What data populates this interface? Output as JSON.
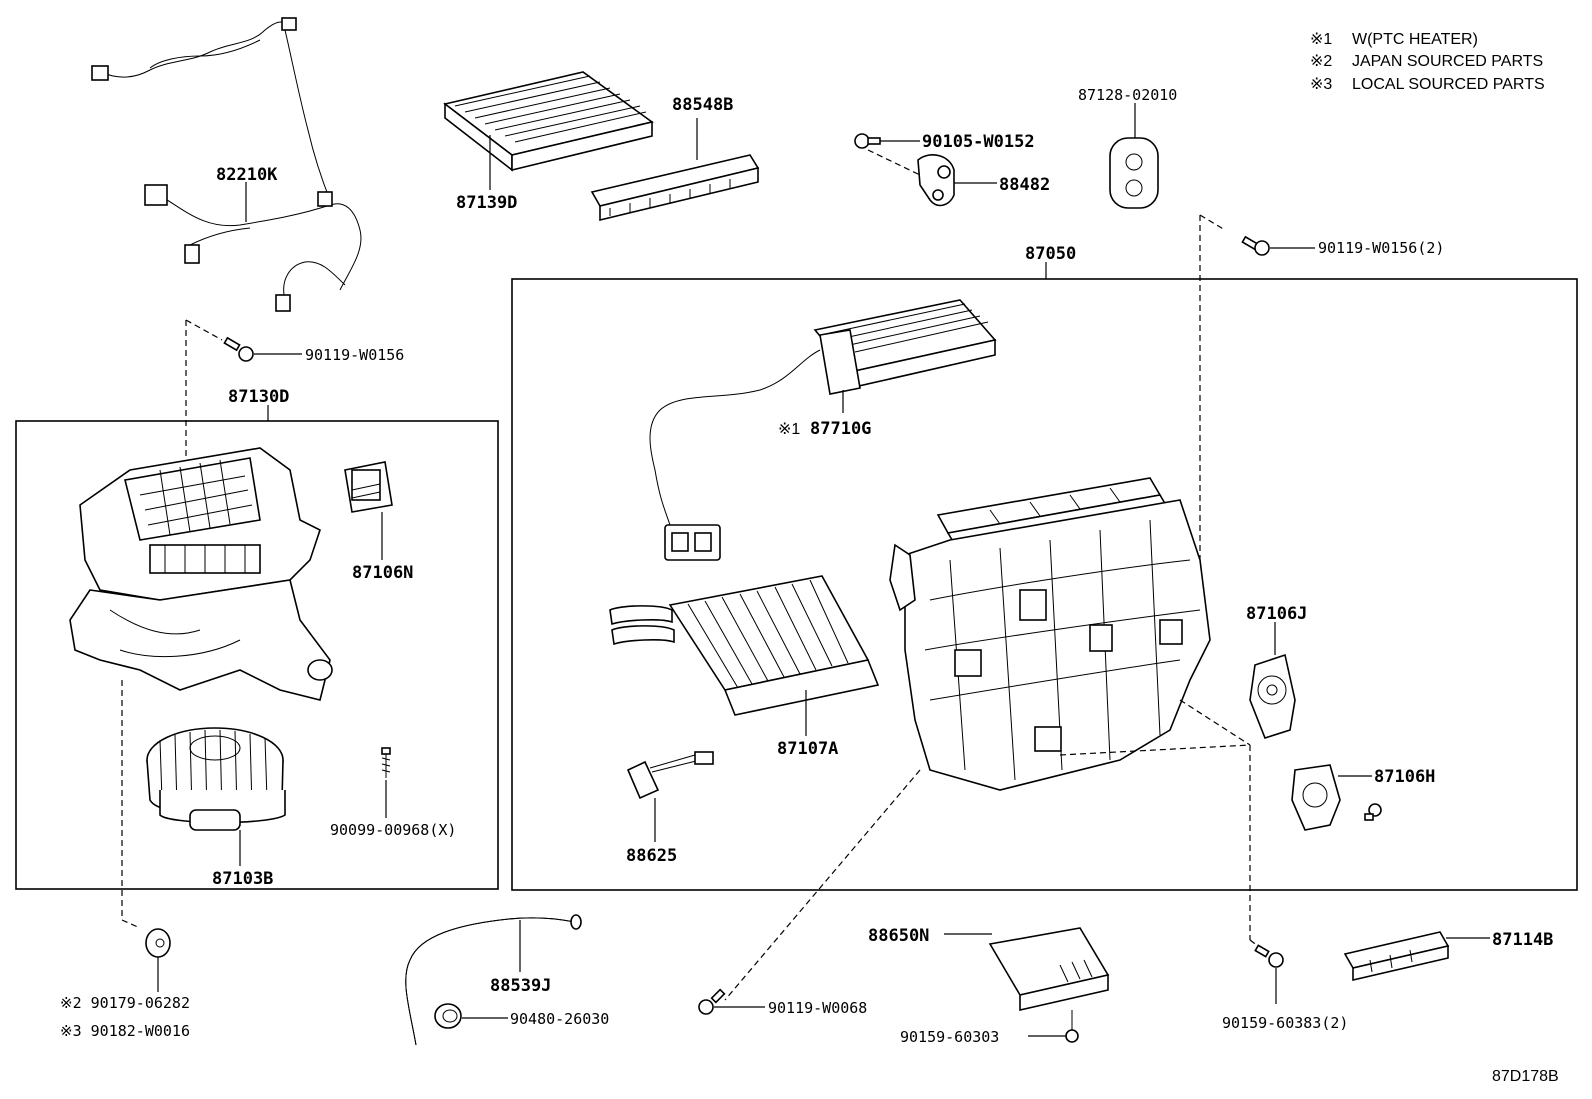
{
  "notes": [
    {
      "mark": "※1",
      "text": "W(PTC HEATER)"
    },
    {
      "mark": "※2",
      "text": "JAPAN SOURCED PARTS"
    },
    {
      "mark": "※3",
      "text": "LOCAL SOURCED PARTS"
    }
  ],
  "parts": {
    "p82210K": "82210K",
    "p87139D": "87139D",
    "p88548B": "88548B",
    "p90105W0152": "90105-W0152",
    "p88482": "88482",
    "p8712802010": "87128-02010",
    "p90119W0156_2": "90119-W0156(2)",
    "p87050": "87050",
    "p90119W0156": "90119-W0156",
    "p87130D": "87130D",
    "p87106N": "87106N",
    "p87710G_mark": "※1",
    "p87710G": "87710G",
    "p87106J": "87106J",
    "p87107A": "87107A",
    "p87106H": "87106H",
    "p87103B": "87103B",
    "p9009900968X": "90099-00968(X)",
    "p88625": "88625",
    "p9017906282": "※2 90179-06282",
    "p90182W0016": "※3 90182-W0016",
    "p88539J": "88539J",
    "p9048026030": "90480-26030",
    "p90119W0068": "90119-W0068",
    "p88650N": "88650N",
    "p9015960303": "90159-60303",
    "p87114B": "87114B",
    "p9015960383_2": "90159-60383(2)"
  },
  "diagram_id": "87D178B"
}
